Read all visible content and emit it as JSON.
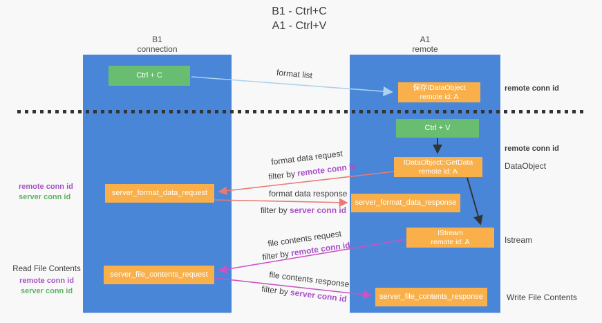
{
  "title": {
    "line1": "B1 - Ctrl+C",
    "line2": "A1 - Ctrl+V"
  },
  "lanes": {
    "left": {
      "name": "B1",
      "subtitle": "connection"
    },
    "right": {
      "name": "A1",
      "subtitle": "remote"
    }
  },
  "nodes": {
    "ctrl_c": {
      "label": "Ctrl + C"
    },
    "ctrl_v": {
      "label": "Ctrl + V"
    },
    "save_dataobject": {
      "line1": "保存IDataObject",
      "line2": "remote id: A"
    },
    "getdata": {
      "line1": "IDataObject::GetData",
      "line2": "remote id: A"
    },
    "istream": {
      "line1": "IStream",
      "line2": "remote id: A"
    },
    "format_request": {
      "label": "server_format_data_request"
    },
    "format_response": {
      "label": "server_format_data_response"
    },
    "file_request": {
      "label": "server_file_contents_request"
    },
    "file_response": {
      "label": "server_file_contents_response"
    }
  },
  "edges": {
    "format_list": {
      "label": "format list"
    },
    "format_data_request": {
      "label": "format data request",
      "filter_prefix": "filter by ",
      "filter_value": "remote conn id"
    },
    "format_data_response": {
      "label": "format data response",
      "filter_prefix": "filter by ",
      "filter_value": "server conn id"
    },
    "file_contents_request": {
      "label": "file contents request",
      "filter_prefix": "filter by ",
      "filter_value": "remote conn id"
    },
    "file_contents_response": {
      "label": "file contents response",
      "filter_prefix": "filter by ",
      "filter_value": "server conn id"
    }
  },
  "annotations": {
    "right_top_conn": "remote conn id",
    "right_mid_conn": "remote conn id",
    "right_dataobject": "DataObject",
    "right_istream": "Istream",
    "right_write": "Write File Contents",
    "left_format_remote": "remote conn id",
    "left_format_server": "server conn id",
    "left_read": "Read File Contents",
    "left_file_remote": "remote conn id",
    "left_file_server": "server conn id"
  },
  "colors": {
    "lane_blue": "#4a86d8",
    "node_green": "#68bd70",
    "node_orange": "#f9b04a",
    "arrow_blue": "#a9d3f0",
    "arrow_red": "#e87a72",
    "arrow_magenta": "#cc52c5",
    "arrow_black": "#333333",
    "label_purple": "#a653c0",
    "label_green": "#5db364"
  }
}
